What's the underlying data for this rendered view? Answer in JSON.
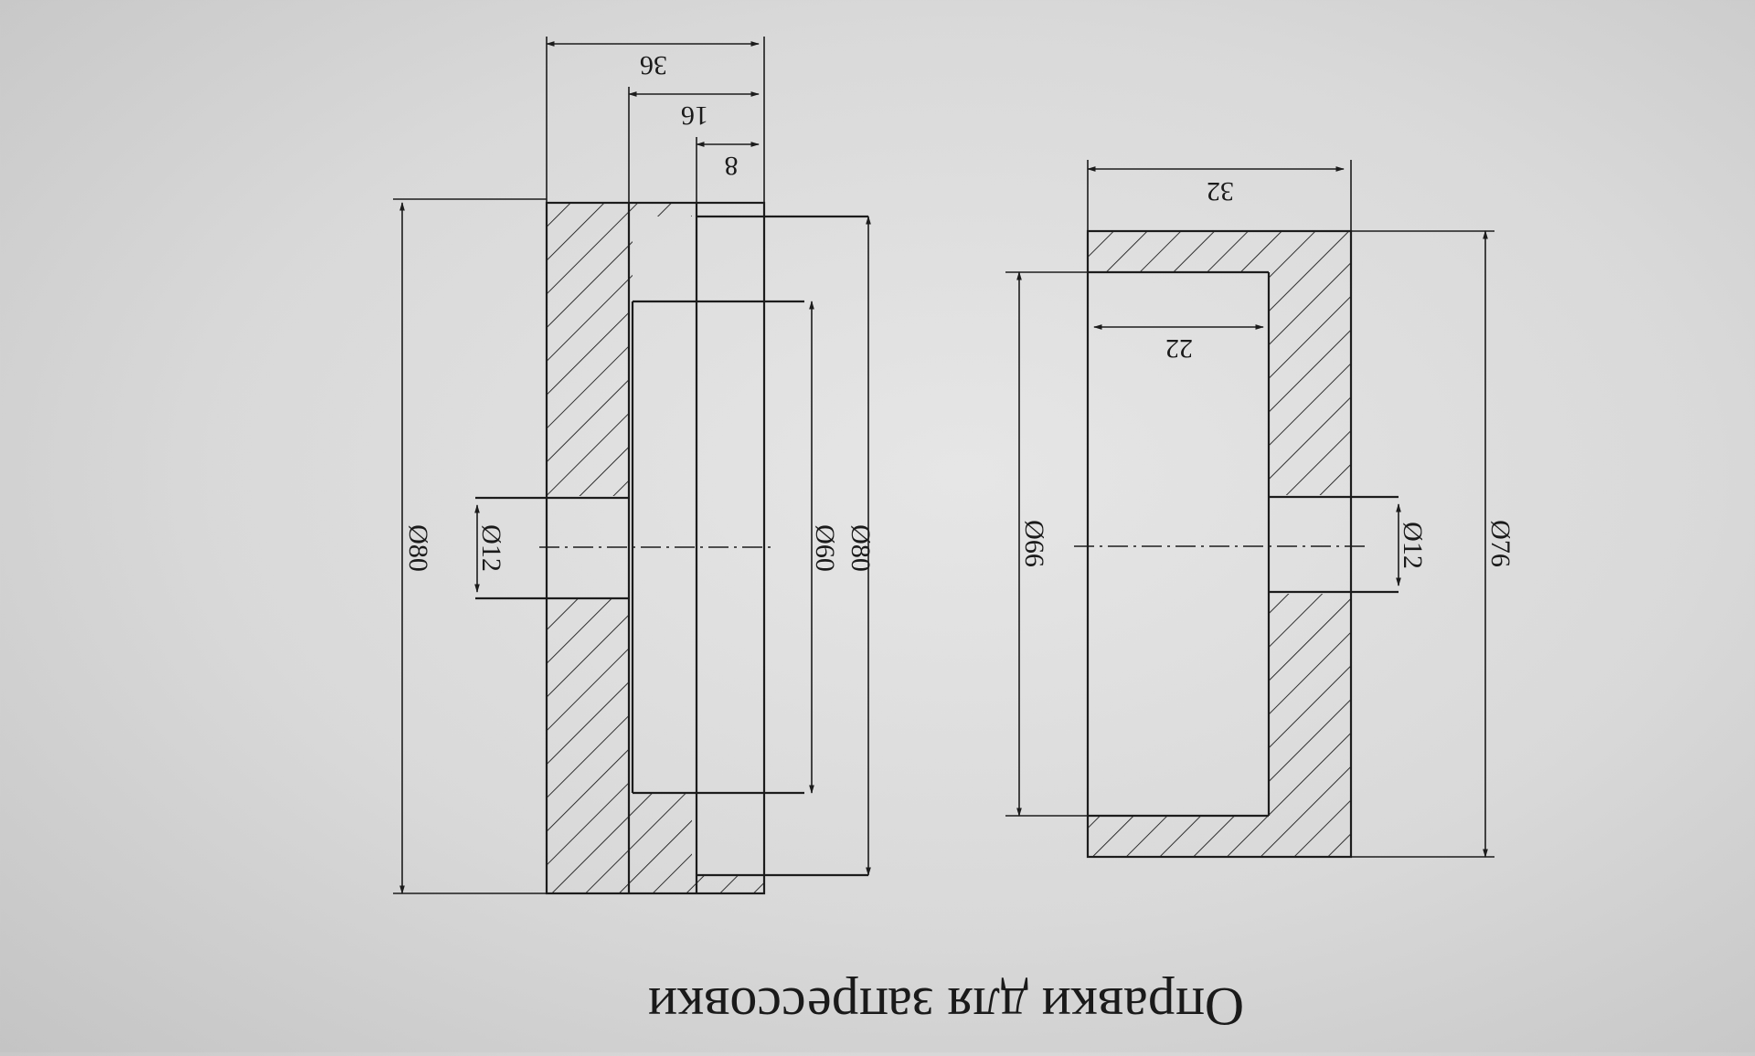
{
  "caption": "Оправки для запрессовки",
  "left_part": {
    "dims": {
      "outer_diameter": "Ø80",
      "shoulder_diameter": "Ø80",
      "recess_diameter": "Ø60",
      "hole_diameter": "Ø12",
      "total_length": "36",
      "step_length": "16",
      "small_step": "8"
    }
  },
  "right_part": {
    "dims": {
      "outer_diameter": "Ø76",
      "recess_diameter": "Ø66",
      "hole_diameter": "Ø12",
      "total_length": "32",
      "recess_depth": "22"
    }
  }
}
